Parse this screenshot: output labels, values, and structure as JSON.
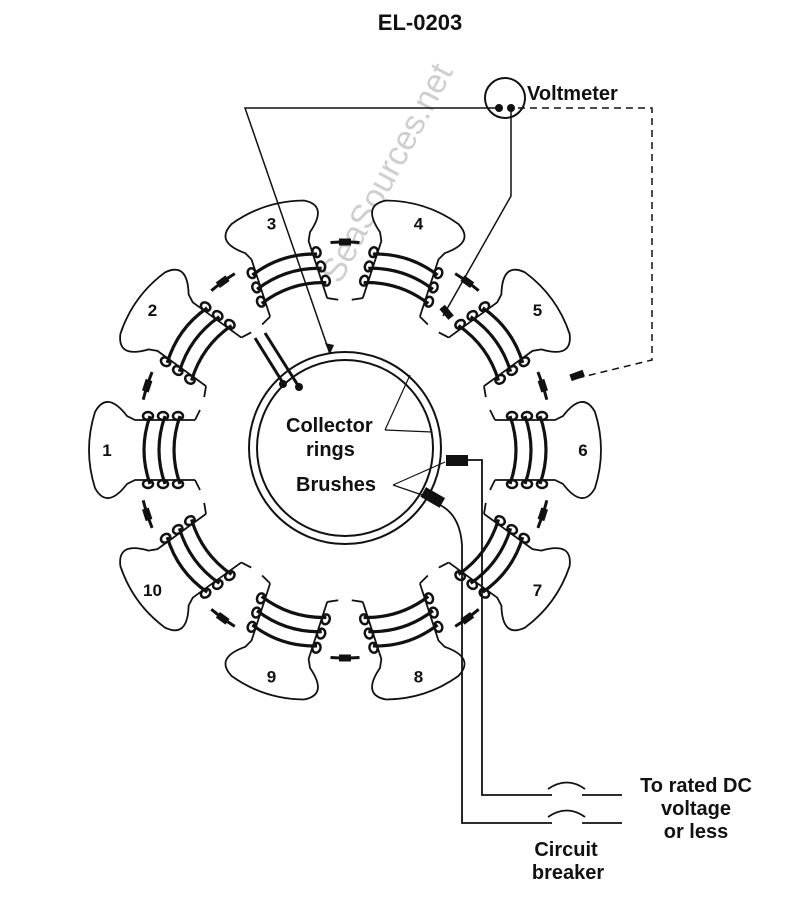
{
  "title": "EL-0203",
  "watermark": "SeaSources.net",
  "labels": {
    "voltmeter": "Voltmeter",
    "collector_rings_line1": "Collector",
    "collector_rings_line2": "rings",
    "brushes": "Brushes",
    "supply_line1": "To rated DC",
    "supply_line2": "voltage",
    "supply_line3": "or less",
    "breaker_line1": "Circuit",
    "breaker_line2": "breaker"
  },
  "poles": [
    {
      "number": "1"
    },
    {
      "number": "2"
    },
    {
      "number": "3"
    },
    {
      "number": "4"
    },
    {
      "number": "5"
    },
    {
      "number": "6"
    },
    {
      "number": "7"
    },
    {
      "number": "8"
    },
    {
      "number": "9"
    },
    {
      "number": "10"
    }
  ],
  "colors": {
    "ink": "#111111",
    "background": "#ffffff",
    "watermark": "#cfcfcf"
  }
}
